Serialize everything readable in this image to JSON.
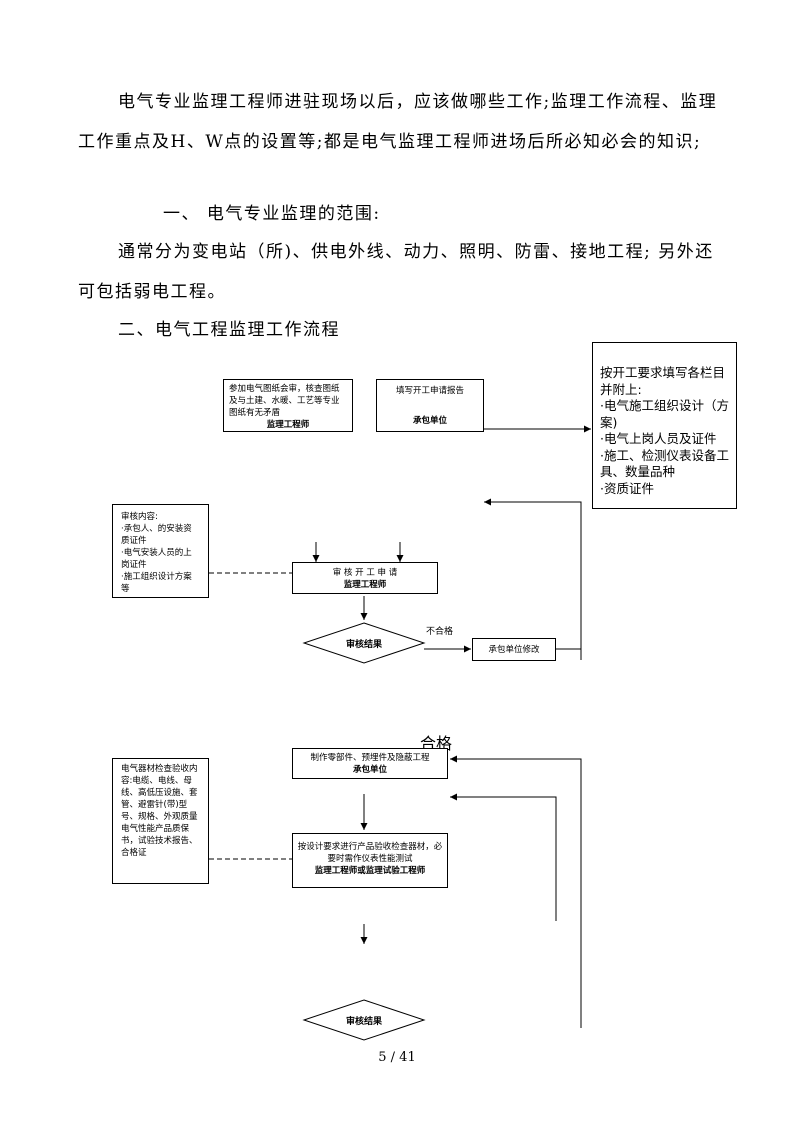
{
  "intro": "电气专业监理工程师进驻现场以后，应该做哪些工作;监理工作流程、监理工作重点及H、W点的设置等;都是电气监理工程师进场后所必知必会的知识;",
  "section1": {
    "heading": "一、   电气专业监理的范围:",
    "body": "通常分为变电站（所)、供电外线、动力、照明、防雷、接地工程; 另外还可包括弱电工程。"
  },
  "section2": {
    "heading": "二、电气工程监理工作流程"
  },
  "flow": {
    "box_review_drawings": {
      "text": "参加电气图纸会审，核查图纸及与土建、水暖、工艺等专业图纸有无矛盾",
      "role": "监理工程师"
    },
    "box_fill_report": {
      "text": "填写开工申请报告",
      "role": "承包单位"
    },
    "box_attachments": {
      "title": "按开工要求填写各栏目并附上:",
      "items": [
        "·电气施工组织设计（方案)",
        "·电气上岗人员及证件",
        "·施工、检测仪表设备工具、数量品种",
        "·资质证件"
      ]
    },
    "box_review_content": {
      "title": "审核内容:",
      "items": [
        "·承包人、的安装资质证件",
        "·电气安装人员的上岗证件",
        "·施工组织设计方案等"
      ]
    },
    "box_review_start": {
      "text": "审 核 开 工 申 请",
      "role": "监理工程师"
    },
    "diamond1": "审核结果",
    "label_fail": "不合格",
    "box_contractor_fix": "承包单位修改",
    "label_pass": "合格",
    "box_prefab": {
      "text": "制作零部件、预埋件及隐蔽工程",
      "role": "承包单位"
    },
    "box_material_check": {
      "text": "电气器材检查验收内容:电缆、电线、母线、高低压设施、套管、避雷针(带)型号、规格、外观质量电气性能产品质保书，试验技术报告、合格证"
    },
    "box_acceptance": {
      "text": "按设计要求进行产品验收检查器材，必要时需作仪表性能测试",
      "role": "监理工程师或监理试验工程师"
    },
    "diamond2": "审核结果"
  },
  "footer": "5 / 41"
}
